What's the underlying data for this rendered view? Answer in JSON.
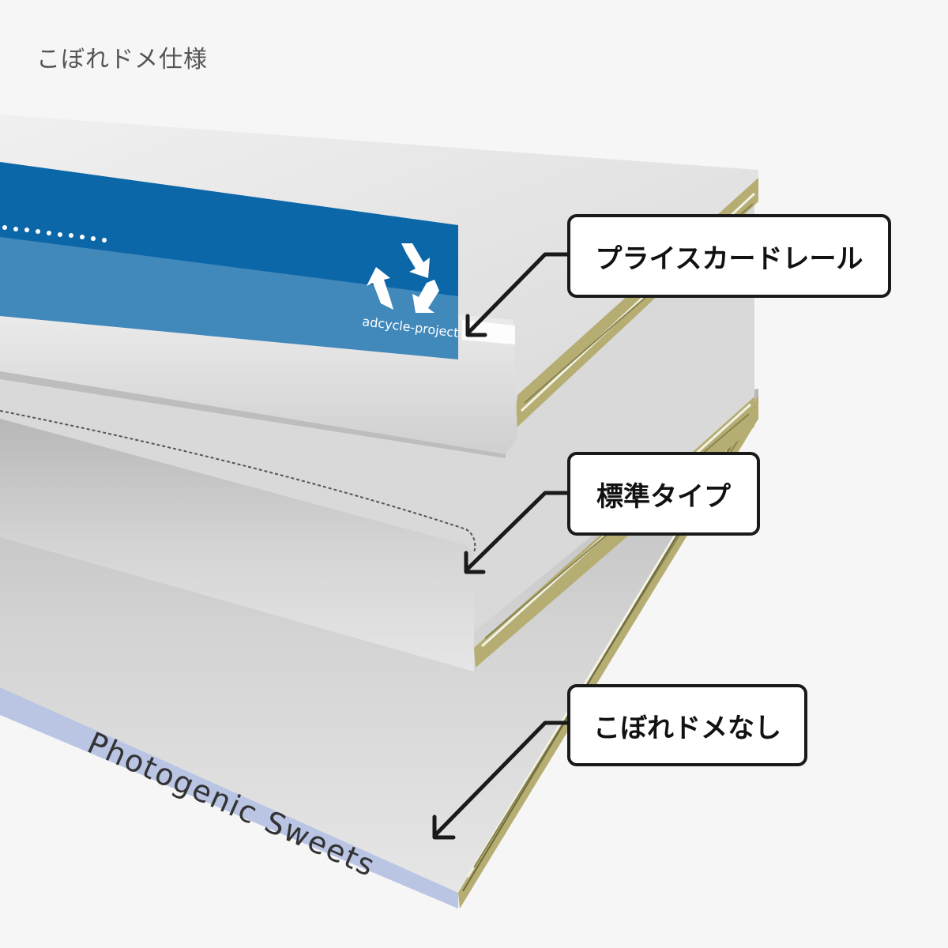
{
  "title": "こぼれドメ仕様",
  "callouts": [
    {
      "label": "プライスカードレール"
    },
    {
      "label": "標準タイプ"
    },
    {
      "label": "こぼれドメなし"
    }
  ],
  "rail_label": {
    "brand_text": "adcycle-project",
    "icon": "recycle-icon",
    "color": "#0c67a8"
  },
  "bottom_shelf": {
    "edge_text": "Photogenic Sweets",
    "edge_color": "#b9c5e3"
  },
  "colors": {
    "board_edge": "#b5ad72",
    "board_face": "#e2e2e2",
    "arrow": "#1a1a1a"
  }
}
